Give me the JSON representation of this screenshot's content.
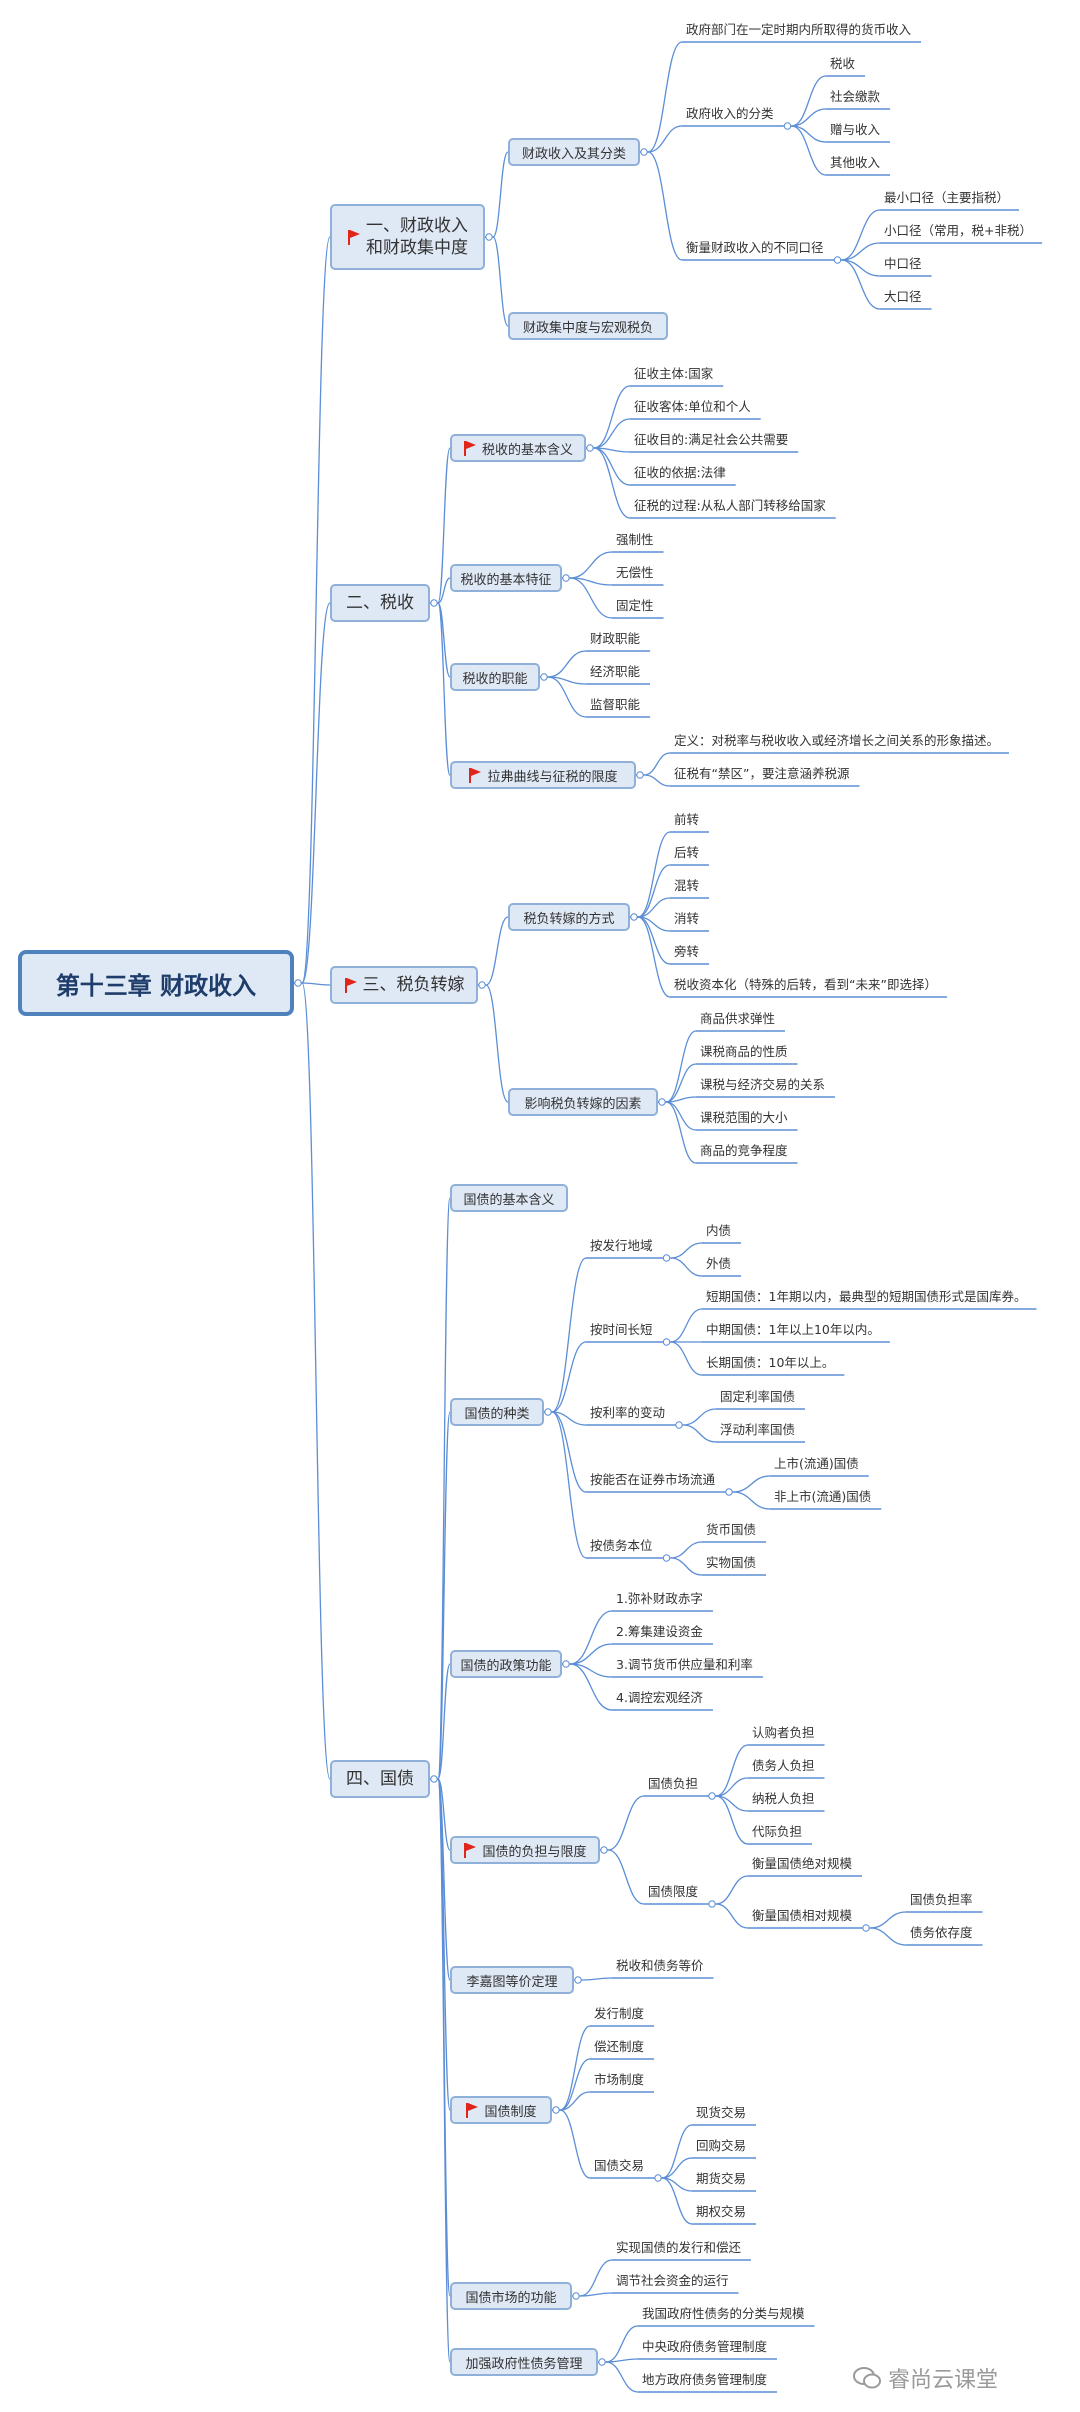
{
  "colors": {
    "line": "#5b8ed6",
    "box_fill": "#dfe8f5",
    "box_border": "#8fb0d8",
    "root_border": "#4f81bd",
    "flag": "#e0251b"
  },
  "root": "第十三章 财政收入",
  "s1": {
    "title": "一、财政收入\n和财政集中度",
    "a": {
      "label": "财政收入及其分类",
      "def": "政府部门在一定时期内所取得的货币收入",
      "cls": {
        "label": "政府收入的分类",
        "items": [
          "税收",
          "社会缴款",
          "赠与收入",
          "其他收入"
        ]
      },
      "measure": {
        "label": "衡量财政收入的不同口径",
        "items": [
          "最小口径（主要指税）",
          "小口径（常用，税+非税）",
          "中口径",
          "大口径"
        ]
      }
    },
    "b": {
      "label": "财政集中度与宏观税负"
    }
  },
  "s2": {
    "title": "二、税收",
    "a": {
      "label": "税收的基本含义",
      "items": [
        "征收主体:国家",
        "征收客体:单位和个人",
        "征收目的:满足社会公共需要",
        "征收的依据:法律",
        "征税的过程:从私人部门转移给国家"
      ]
    },
    "b": {
      "label": "税收的基本特征",
      "items": [
        "强制性",
        "无偿性",
        "固定性"
      ]
    },
    "c": {
      "label": "税收的职能",
      "items": [
        "财政职能",
        "经济职能",
        "监督职能"
      ]
    },
    "d": {
      "label": "拉弗曲线与征税的限度",
      "items": [
        "定义：对税率与税收收入或经济增长之间关系的形象描述。",
        "征税有“禁区”，要注意涵养税源"
      ]
    }
  },
  "s3": {
    "title": "三、税负转嫁",
    "a": {
      "label": "税负转嫁的方式",
      "items": [
        "前转",
        "后转",
        "混转",
        "消转",
        "旁转",
        "税收资本化（特殊的后转，看到“未来”即选择）"
      ]
    },
    "b": {
      "label": "影响税负转嫁的因素",
      "items": [
        "商品供求弹性",
        "课税商品的性质",
        "课税与经济交易的关系",
        "课税范围的大小",
        "商品的竞争程度"
      ]
    }
  },
  "s4": {
    "title": "四、国债",
    "a": {
      "label": "国债的基本含义"
    },
    "b": {
      "label": "国债的种类",
      "g1": {
        "label": "按发行地域",
        "items": [
          "内债",
          "外债"
        ]
      },
      "g2": {
        "label": "按时间长短",
        "items": [
          "短期国债：1年期以内，最典型的短期国债形式是国库券。",
          "中期国债：1年以上10年以内。",
          "长期国债：10年以上。"
        ]
      },
      "g3": {
        "label": "按利率的变动",
        "items": [
          "固定利率国债",
          "浮动利率国债"
        ]
      },
      "g4": {
        "label": "按能否在证券市场流通",
        "items": [
          "上市(流通)国债",
          "非上市(流通)国债"
        ]
      },
      "g5": {
        "label": "按债务本位",
        "items": [
          "货币国债",
          "实物国债"
        ]
      }
    },
    "c": {
      "label": "国债的政策功能",
      "items": [
        "1.弥补财政赤字",
        "2.筹集建设资金",
        "3.调节货币供应量和利率",
        "4.调控宏观经济"
      ]
    },
    "d": {
      "label": "国债的负担与限度",
      "g1": {
        "label": "国债负担",
        "items": [
          "认购者负担",
          "债务人负担",
          "纳税人负担",
          "代际负担"
        ]
      },
      "g2": {
        "label": "国债限度",
        "abs": "衡量国债绝对规模",
        "rel": "衡量国债相对规模",
        "rel_items": [
          "国债负担率",
          "债务依存度"
        ]
      }
    },
    "e": {
      "label": "李嘉图等价定理",
      "items": [
        "税收和债务等价"
      ]
    },
    "f": {
      "label": "国债制度",
      "items": [
        "发行制度",
        "偿还制度",
        "市场制度"
      ],
      "trade": {
        "label": "国债交易",
        "items": [
          "现货交易",
          "回购交易",
          "期货交易",
          "期权交易"
        ]
      }
    },
    "g": {
      "label": "国债市场的功能",
      "items": [
        "实现国债的发行和偿还",
        "调节社会资金的运行"
      ]
    },
    "h": {
      "label": "加强政府性债务管理",
      "items": [
        "我国政府性债务的分类与规模",
        "中央政府债务管理制度",
        "地方政府债务管理制度"
      ]
    }
  },
  "watermark": "睿尚云课堂"
}
